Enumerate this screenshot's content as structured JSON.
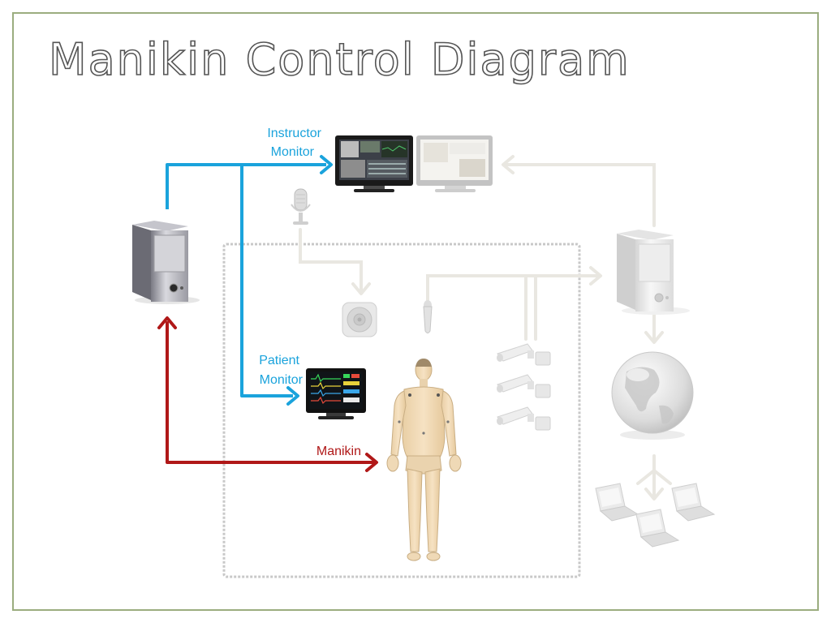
{
  "title": "Manikin Control Diagram",
  "labels": {
    "instructor_monitor": [
      "Instructor",
      "Monitor"
    ],
    "patient_monitor": [
      "Patient",
      "Monitor"
    ],
    "manikin": "Manikin"
  },
  "colors": {
    "blue_link": "#1aa3dc",
    "red_link": "#b01818",
    "faded_link": "#e9e7e1",
    "frame_border": "#9bad7f",
    "sim_room_border": "#c8c8c8"
  },
  "icons": [
    "computer-tower-icon",
    "instructor-monitor-icon",
    "secondary-monitor-icon",
    "microphone-icon",
    "speaker-icon",
    "manikin-microphone-icon",
    "patient-monitor-icon",
    "manikin-figure-icon",
    "camera-icon",
    "server-tower-icon",
    "globe-icon",
    "laptop-icon"
  ]
}
